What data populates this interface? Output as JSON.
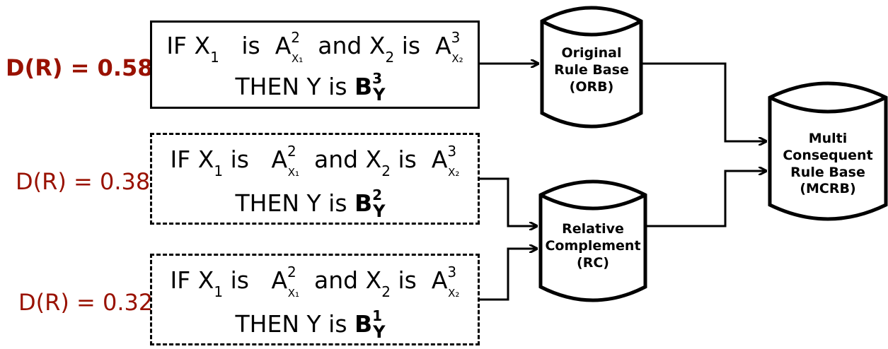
{
  "rules": [
    {
      "degree": "D(R) = 0.58",
      "if_text": "IF X",
      "x1_sub": "1",
      "is1": "is",
      "A1": "A",
      "A1_sup": "2",
      "A1_sub": "X₁",
      "and_text": "and X",
      "x2_sub": "2",
      "is2": "is",
      "A2": "A",
      "A2_sup": "3",
      "A2_sub": "X₂",
      "then_text": "THEN Y is",
      "B": "B",
      "B_sup": "3",
      "B_sub": "Y"
    },
    {
      "degree": "D(R) = 0.38",
      "if_text": "IF X",
      "x1_sub": "1",
      "is1": "is",
      "A1": "A",
      "A1_sup": "2",
      "A1_sub": "X₁",
      "and_text": "and X",
      "x2_sub": "2",
      "is2": "is",
      "A2": "A",
      "A2_sup": "3",
      "A2_sub": "X₂",
      "then_text": "THEN Y is",
      "B": "B",
      "B_sup": "2",
      "B_sub": "Y"
    },
    {
      "degree": "D(R) = 0.32",
      "if_text": "IF X",
      "x1_sub": "1",
      "is1": "is",
      "A1": "A",
      "A1_sup": "2",
      "A1_sub": "X₁",
      "and_text": "and X",
      "x2_sub": "2",
      "is2": "is",
      "A2": "A",
      "A2_sup": "3",
      "A2_sub": "X₂",
      "then_text": "THEN Y is",
      "B": "B",
      "B_sup": "1",
      "B_sub": "Y"
    }
  ],
  "databases": {
    "orb": {
      "line1": "Original",
      "line2": "Rule Base",
      "line3": "(ORB)"
    },
    "rc": {
      "line1": "Relative",
      "line2": "Complement",
      "line3": "(RC)"
    },
    "mcrb": {
      "line1": "Multi",
      "line2": "Consequent",
      "line3": "Rule Base",
      "line4": "(MCRB)"
    }
  },
  "colors": {
    "degree_label": "#991100",
    "stroke": "#000000",
    "background": "#ffffff"
  }
}
